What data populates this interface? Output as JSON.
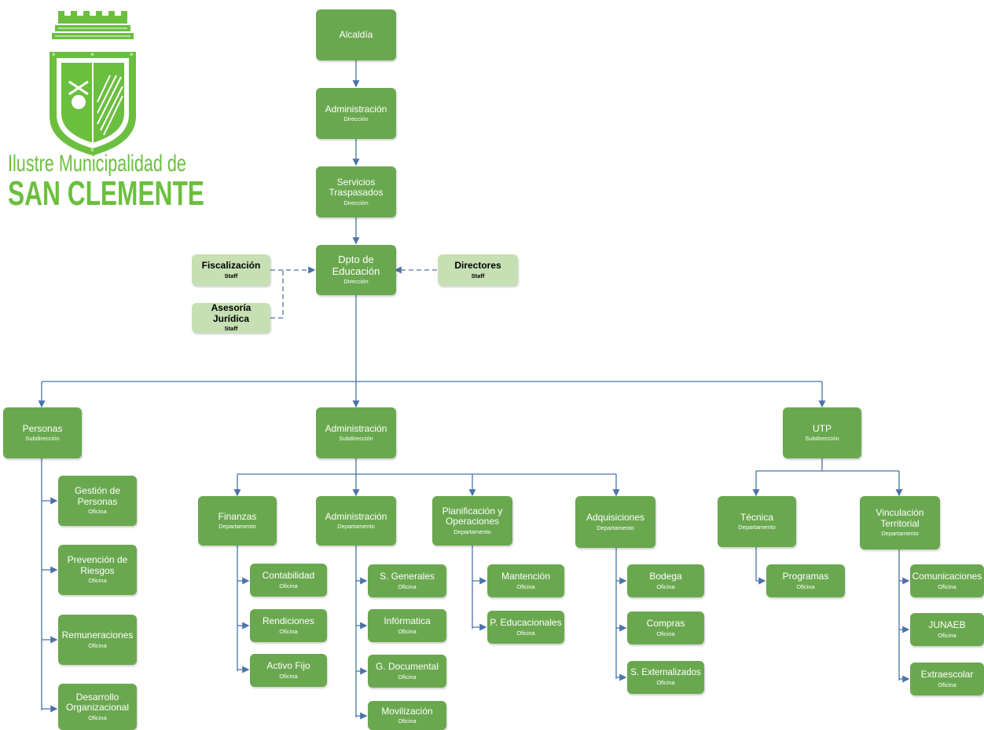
{
  "logo": {
    "line1": "Ilustre Municipalidad de",
    "line2": "SAN CLEMENTE",
    "color": "#6bbf3e"
  },
  "colors": {
    "node": "#6aa84f",
    "staff": "#c6e0b4",
    "connector": "#4a73a8"
  },
  "chain": {
    "alcaldia": {
      "title": "Alcaldía",
      "sub": ""
    },
    "administracion": {
      "title": "Administración",
      "sub": "Dirección"
    },
    "servicios": {
      "title": "Servicios Traspasados",
      "sub": "Dirección"
    },
    "dpto": {
      "title": "Dpto de Educación",
      "sub": "Dirección"
    }
  },
  "staff": {
    "fiscalizacion": {
      "title": "Fiscalización",
      "sub": "Staff"
    },
    "asesoria": {
      "title": "Asesoría Jurídica",
      "sub": "Staff"
    },
    "directores": {
      "title": "Directores",
      "sub": "Staff"
    }
  },
  "sub": {
    "personas": {
      "title": "Personas",
      "sub": "Subdirección"
    },
    "administracion": {
      "title": "Administración",
      "sub": "Subdirección"
    },
    "utp": {
      "title": "UTP",
      "sub": "Subdirección"
    }
  },
  "personas_oficinas": [
    {
      "title": "Gestión de Personas",
      "sub": "Oficina"
    },
    {
      "title": "Prevención de Riesgos",
      "sub": "Oficina"
    },
    {
      "title": "Remuneraciones",
      "sub": "Oficina"
    },
    {
      "title": "Desarrollo Organizacional",
      "sub": "Oficina"
    }
  ],
  "deptos": {
    "finanzas": {
      "title": "Finanzas",
      "sub": "Departamento"
    },
    "administracion": {
      "title": "Administración",
      "sub": "Departamento"
    },
    "planificacion": {
      "title": "Planificación y Operaciones",
      "sub": "Departamento"
    },
    "adquisiciones": {
      "title": "Adquisiciones",
      "sub": "Departamento"
    },
    "tecnica": {
      "title": "Técnica",
      "sub": "Departamento"
    },
    "vinculacion": {
      "title": "Vinculación Territorial",
      "sub": "Departamento"
    }
  },
  "finanzas_oficinas": [
    {
      "title": "Contabilidad",
      "sub": "Oficina"
    },
    {
      "title": "Rendiciones",
      "sub": "Oficina"
    },
    {
      "title": "Activo Fijo",
      "sub": "Oficina"
    }
  ],
  "administracion_oficinas": [
    {
      "title": "S. Generales",
      "sub": "Oficina"
    },
    {
      "title": "Infórmatica",
      "sub": "Oficina"
    },
    {
      "title": "G. Documental",
      "sub": "Oficina"
    },
    {
      "title": "Movilización",
      "sub": "Oficina"
    }
  ],
  "planificacion_oficinas": [
    {
      "title": "Mantención",
      "sub": "Oficina"
    },
    {
      "title": "P. Educacionales",
      "sub": "Oficina"
    }
  ],
  "adquisiciones_oficinas": [
    {
      "title": "Bodega",
      "sub": "Oficina"
    },
    {
      "title": "Compras",
      "sub": "Oficina"
    },
    {
      "title": "S. Externalizados",
      "sub": "Oficina"
    }
  ],
  "tecnica_oficinas": [
    {
      "title": "Programas",
      "sub": "Oficina"
    }
  ],
  "vinculacion_oficinas": [
    {
      "title": "Comunicaciones",
      "sub": "Oficina"
    },
    {
      "title": "JUNAEB",
      "sub": "Oficina"
    },
    {
      "title": "Extraescolar",
      "sub": "Oficina"
    }
  ]
}
